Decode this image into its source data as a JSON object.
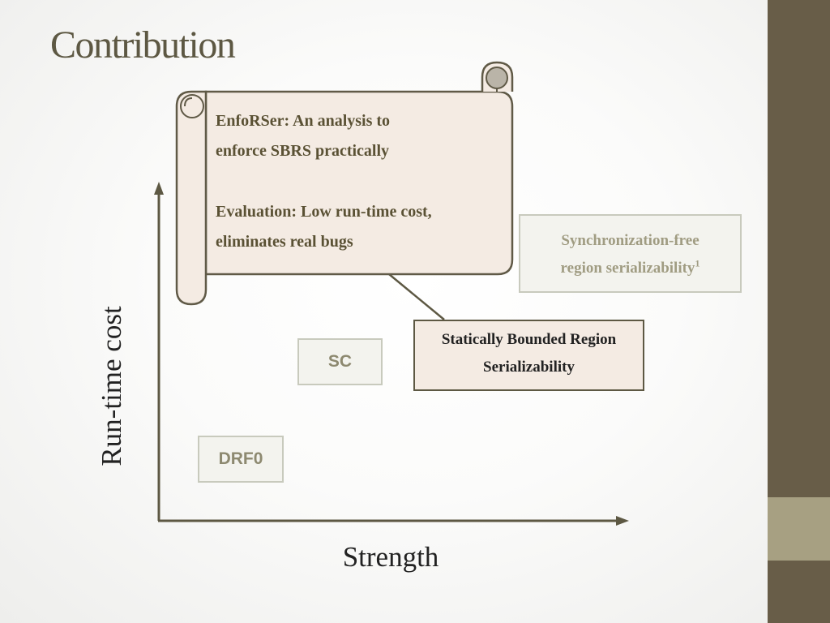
{
  "slide": {
    "title": "Contribution",
    "accent_colors": {
      "sidebar": "#685d48",
      "sidebar_accent": "#a7a082",
      "scroll_fill": "#f4ebe3",
      "scroll_stroke": "#605a47"
    }
  },
  "scroll": {
    "line1": "EnfoRSer: An analysis to",
    "line2": "enforce SBRS practically",
    "line3": "Evaluation: Low run-time cost,",
    "line4": "eliminates real bugs"
  },
  "boxes": {
    "sfrs": {
      "line1": "Synchronization-free",
      "line2": "region serializability",
      "footnote": "1"
    },
    "sbrs": {
      "line1": "Statically Bounded Region",
      "line2": "Serializability"
    },
    "sc": {
      "label": "SC"
    },
    "drf0": {
      "label": "DRF0"
    }
  },
  "axes": {
    "y_label": "Run-time cost",
    "x_label": "Strength"
  }
}
